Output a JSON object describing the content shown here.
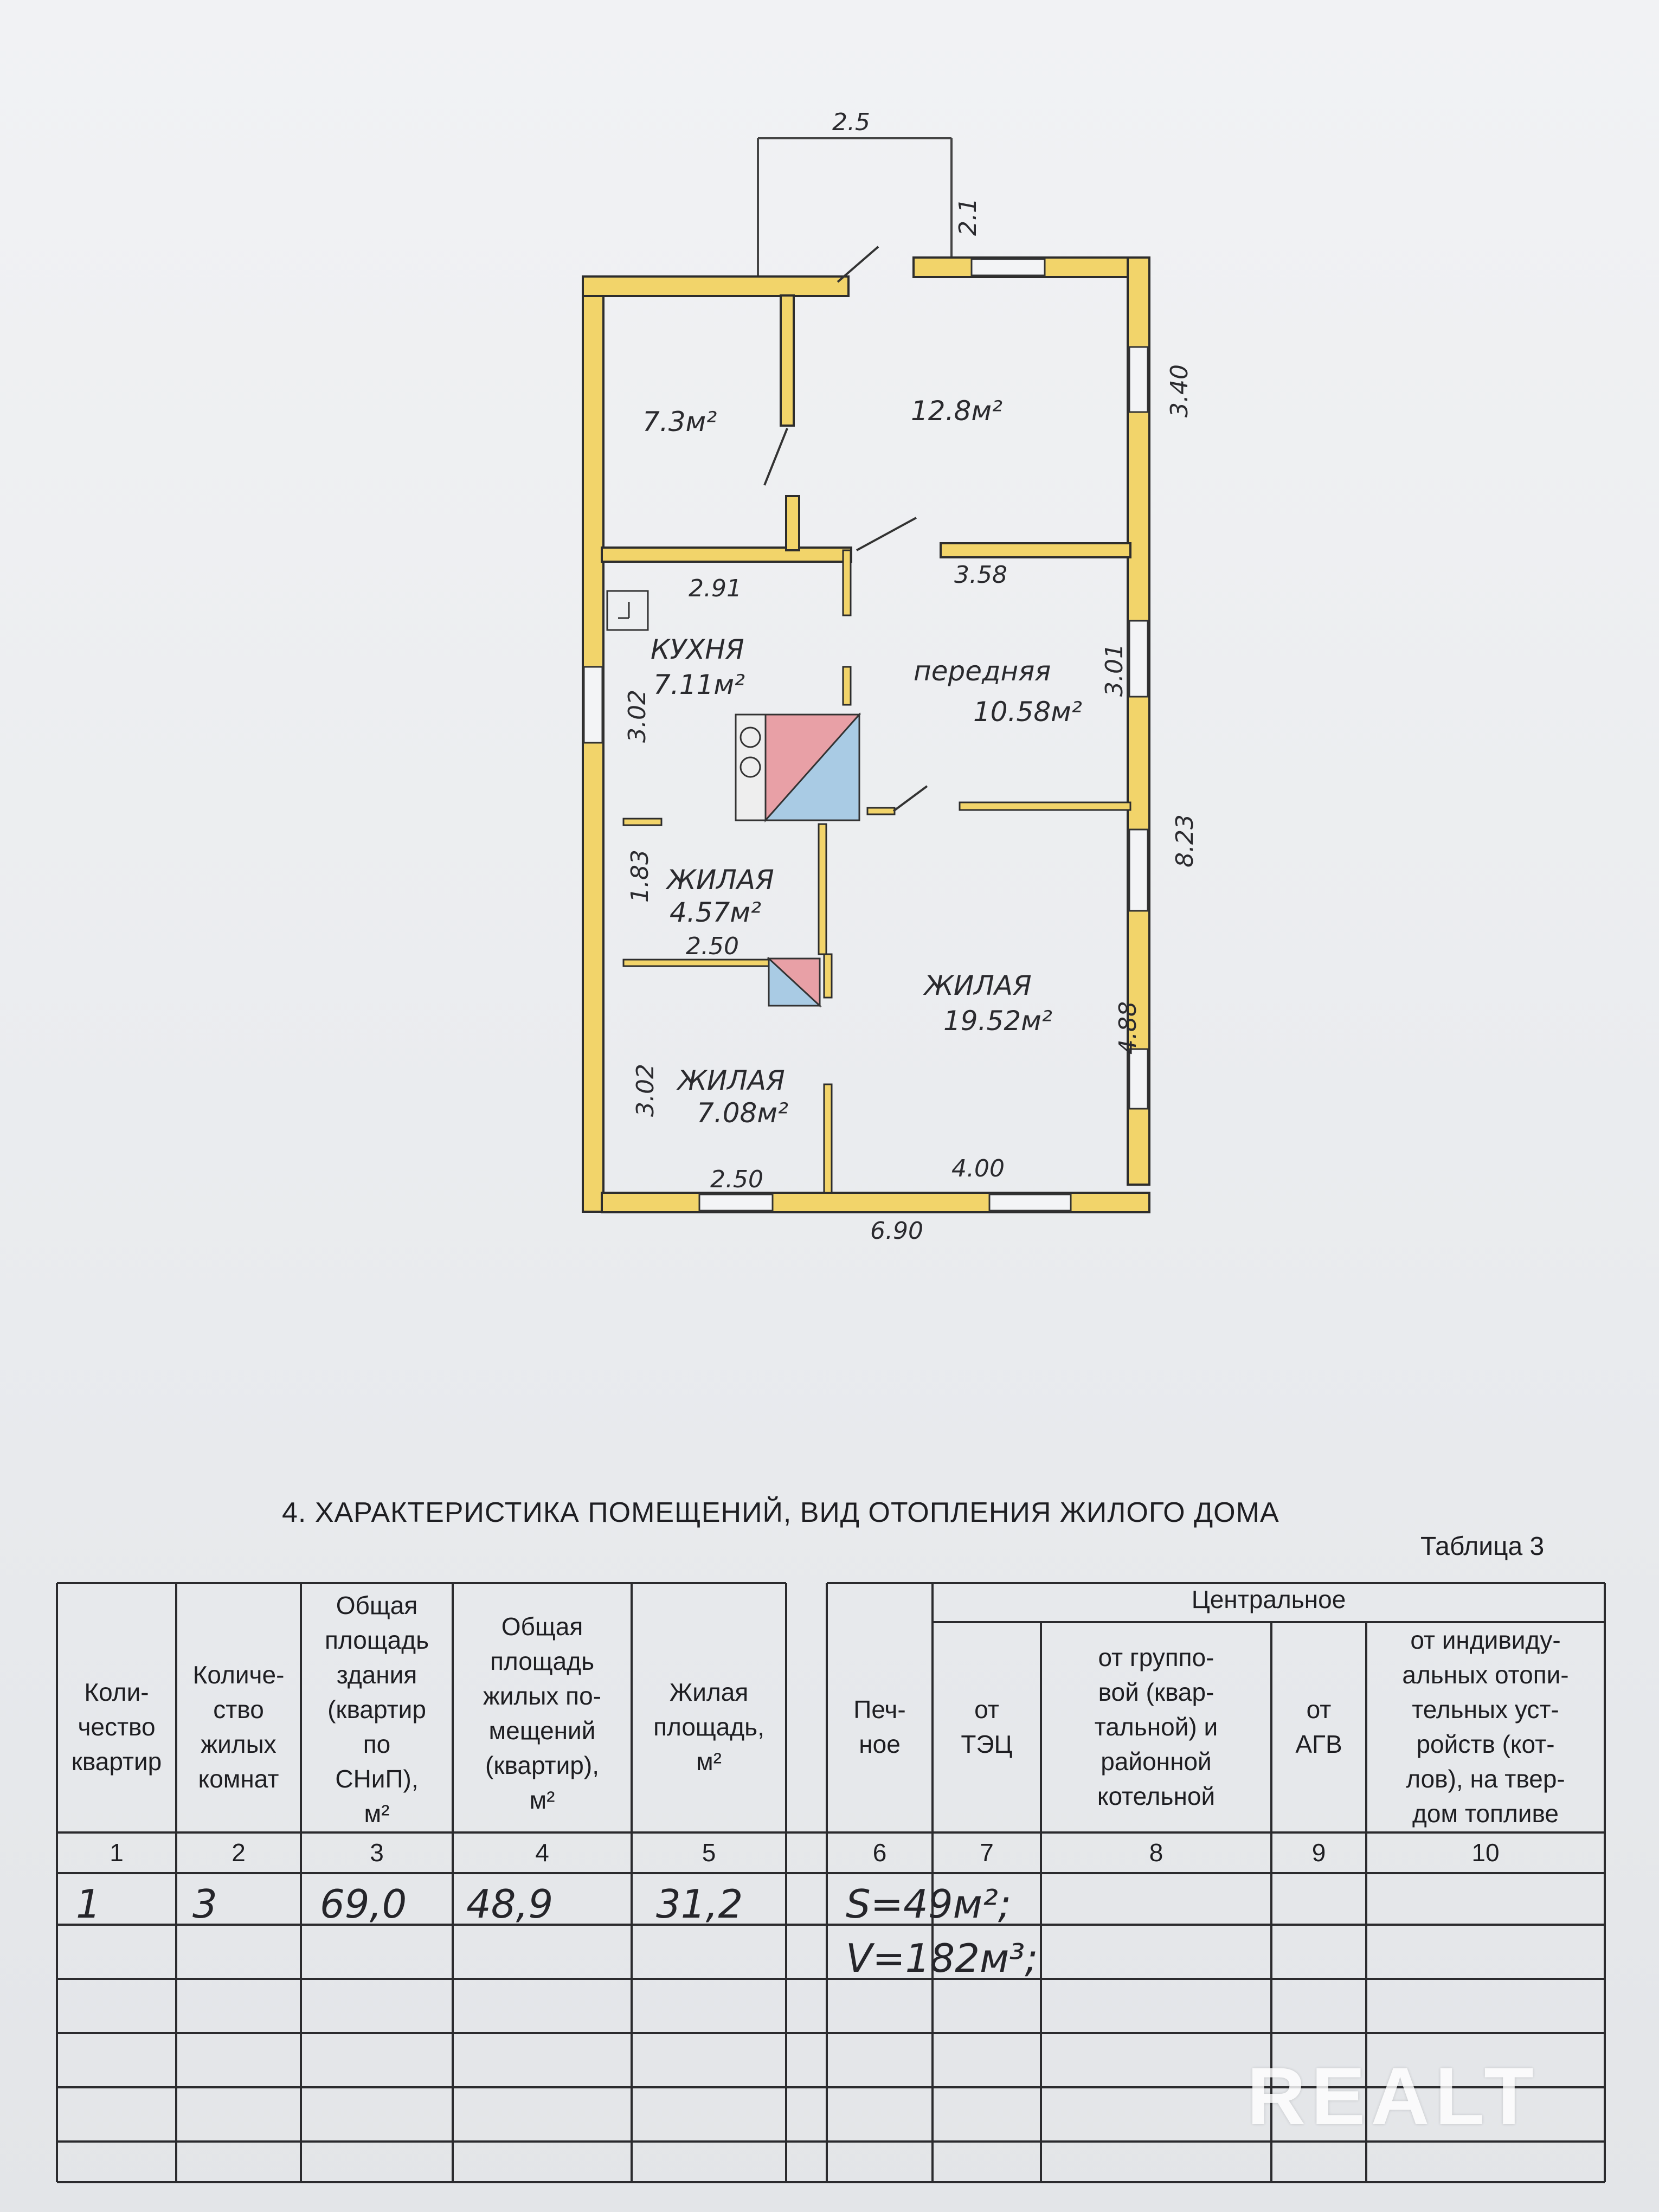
{
  "plan": {
    "dims": {
      "porch_width": "2.5",
      "porch_depth": "2.1",
      "right_top": "3.40",
      "top_left": "2.91",
      "top_mid": "3.58",
      "left_upper": "3.02",
      "right_upper": "3.01",
      "right_total": "8.23",
      "left_mid": "1.83",
      "mid_small": "2.50",
      "left_lower": "3.02",
      "right_lower": "4.88",
      "bottom_left": "2.50",
      "bottom_right": "4.00",
      "total_width": "6.90"
    },
    "rooms": {
      "storage_small": "7.3м²",
      "vestibule": "12.8м²",
      "kitchen_name": "КУХНЯ",
      "kitchen_area": "7.11м²",
      "hall_name": "передняя",
      "hall_area": "10.58м²",
      "living1_name": "ЖИЛАЯ",
      "living1_area": "4.57м²",
      "living2_name": "ЖИЛАЯ",
      "living2_area": "19.52м²",
      "living3_name": "ЖИЛАЯ",
      "living3_area": "7.08м²"
    }
  },
  "section_title": "4. ХАРАКТЕРИСТИКА ПОМЕЩЕНИЙ, ВИД ОТОПЛЕНИЯ ЖИЛОГО ДОМА",
  "table_label": "Таблица 3",
  "table": {
    "group_header": "Центральное",
    "headers": [
      "Коли-\nчество\nквартир",
      "Количе-\nство\nжилых\nкомнат",
      "Общая\nплощадь\nздания\n(квартир\nпо\nСНиП),\nм²",
      "Общая\nплощадь\nжилых по-\nмещений\n(квартир),\nм²",
      "Жилая\nплощадь,\nм²",
      "Печ-\nное",
      "от\nТЭЦ",
      "от группо-\nвой (квар-\nтальной) и\nрайонной\nкотельной",
      "от\nАГВ",
      "от индивиду-\nальных отопи-\nтельных уст-\nройств (кот-\nлов), на твер-\nдом топливе"
    ],
    "col_numbers": [
      "1",
      "2",
      "3",
      "4",
      "5",
      "6",
      "7",
      "8",
      "9",
      "10"
    ],
    "row1": [
      "1",
      "3",
      "69,0",
      "48,9",
      "31,2"
    ],
    "note1": "S=49м²;",
    "note2": "V=182м³;"
  },
  "watermark": "REALT"
}
